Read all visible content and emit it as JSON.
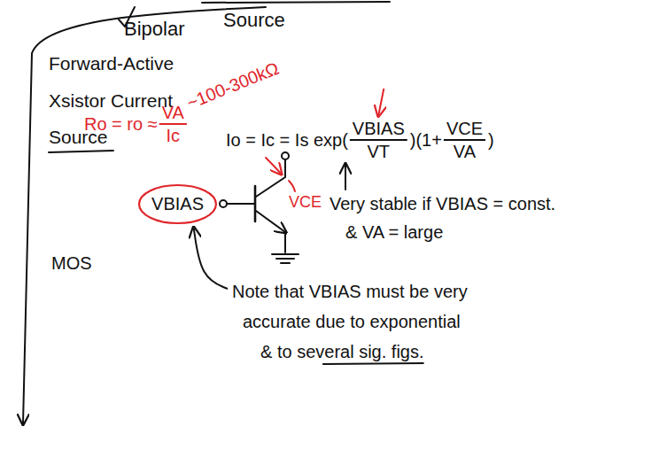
{
  "diagram": {
    "nodes": [
      {
        "text": [
          "VBIAS"
        ]
      }
    ],
    "labels": [
      "Bipolar",
      "Source",
      "Forward-Active",
      "Xsistor Current",
      "Source",
      "MOS",
      "Ro = ro ≈",
      "VA",
      "Ic",
      "~100-300kΩ",
      "Io = Ic = Is exp(",
      "VBIAS",
      "VT",
      ")(1+",
      "VCE",
      "VA",
      ")",
      "VCE",
      "Very stable if VBIAS = const.",
      "& VA = large",
      "Note that VBIAS must be very",
      "accurate due to exponential",
      "& to several sig. figs."
    ]
  }
}
